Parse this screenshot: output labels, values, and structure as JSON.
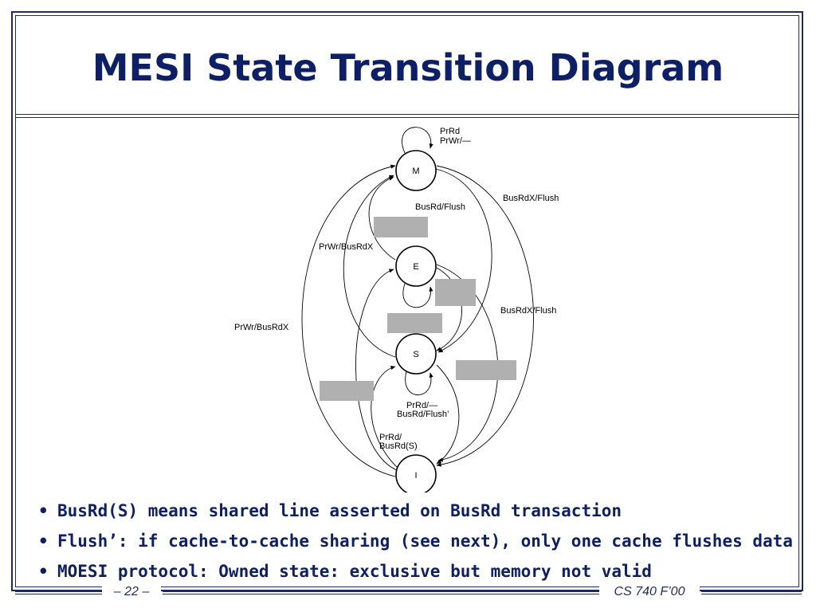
{
  "slide": {
    "title": "MESI State Transition Diagram",
    "page_number": "– 22 –",
    "course": "CS 740 F’00"
  },
  "diagram": {
    "states": {
      "m": "M",
      "e": "E",
      "s": "S",
      "i": "I"
    },
    "labels": {
      "m_self": [
        "PrRd",
        "PrWr/—"
      ],
      "busrd_flush": "BusRd/Flush",
      "busrdx_flush_m": "BusRdX/Flush",
      "prwr_busrdx_inner": "PrWr/BusRdX",
      "busrdx_flush_e": "BusRdX/Flush",
      "prwr_busrdx_outer": "PrWr/BusRdX",
      "s_self": [
        "PrRd/—",
        "BusRd/Flush’"
      ],
      "i_prrd": [
        "PrRd/",
        "BusRd(S)"
      ]
    }
  },
  "bullets": [
    "BusRd(S) means shared line asserted on BusRd transaction",
    "Flush’: if cache-to-cache sharing (see next), only one cache flushes data",
    "MOESI protocol: Owned state: exclusive but memory not valid"
  ],
  "colors": {
    "title": "#0d1f66",
    "frame": "#1f2a5a",
    "redaction": "#b0b0b0"
  }
}
